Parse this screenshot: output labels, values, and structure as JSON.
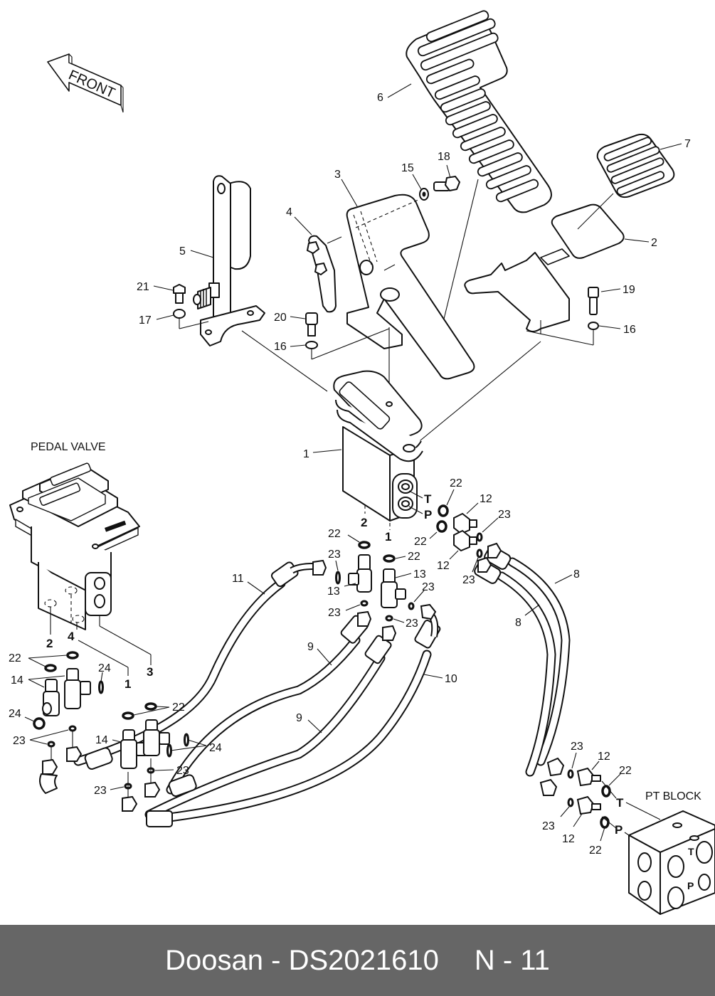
{
  "diagram": {
    "direction_label": "FRONT",
    "sections": {
      "pedal_valve": "PEDAL VALVE",
      "pt_block": "PT BLOCK"
    },
    "ports": {
      "valve_T": "T",
      "valve_P": "P",
      "block_T": "T",
      "block_P": "P",
      "block_face_T": "T",
      "block_face_P": "P"
    },
    "port_numbers": {
      "valve_2": "2",
      "valve_1": "1",
      "pv_2": "2",
      "pv_4": "4",
      "pv_1": "1",
      "pv_3": "3"
    },
    "callouts": [
      {
        "id": "c6",
        "label": "6"
      },
      {
        "id": "c7",
        "label": "7"
      },
      {
        "id": "c18",
        "label": "18"
      },
      {
        "id": "c15",
        "label": "15"
      },
      {
        "id": "c3",
        "label": "3"
      },
      {
        "id": "c4",
        "label": "4"
      },
      {
        "id": "c2",
        "label": "2"
      },
      {
        "id": "c5",
        "label": "5"
      },
      {
        "id": "c19",
        "label": "19"
      },
      {
        "id": "c21",
        "label": "21"
      },
      {
        "id": "c17",
        "label": "17"
      },
      {
        "id": "c20",
        "label": "20"
      },
      {
        "id": "c16a",
        "label": "16"
      },
      {
        "id": "c16b",
        "label": "16"
      },
      {
        "id": "c1",
        "label": "1"
      },
      {
        "id": "c22a",
        "label": "22"
      },
      {
        "id": "c12a",
        "label": "12"
      },
      {
        "id": "c23a",
        "label": "23"
      },
      {
        "id": "c22b",
        "label": "22"
      },
      {
        "id": "c12b",
        "label": "12"
      },
      {
        "id": "c23b",
        "label": "23"
      },
      {
        "id": "c22c",
        "label": "22"
      },
      {
        "id": "c22d",
        "label": "22"
      },
      {
        "id": "c23c",
        "label": "23"
      },
      {
        "id": "c13a",
        "label": "13"
      },
      {
        "id": "c13b",
        "label": "13"
      },
      {
        "id": "c23d",
        "label": "23"
      },
      {
        "id": "c23e",
        "label": "23"
      },
      {
        "id": "c23f",
        "label": "23"
      },
      {
        "id": "c11",
        "label": "11"
      },
      {
        "id": "c8a",
        "label": "8"
      },
      {
        "id": "c8b",
        "label": "8"
      },
      {
        "id": "c9a",
        "label": "9"
      },
      {
        "id": "c9b",
        "label": "9"
      },
      {
        "id": "c10",
        "label": "10"
      },
      {
        "id": "c22e",
        "label": "22"
      },
      {
        "id": "c14a",
        "label": "14"
      },
      {
        "id": "c24a",
        "label": "24"
      },
      {
        "id": "c24b",
        "label": "24"
      },
      {
        "id": "c23g",
        "label": "23"
      },
      {
        "id": "c22f",
        "label": "22"
      },
      {
        "id": "c14b",
        "label": "14"
      },
      {
        "id": "c24c",
        "label": "24"
      },
      {
        "id": "c23h",
        "label": "23"
      },
      {
        "id": "c23i",
        "label": "23"
      },
      {
        "id": "c23j",
        "label": "23"
      },
      {
        "id": "c12c",
        "label": "12"
      },
      {
        "id": "c22g",
        "label": "22"
      },
      {
        "id": "c23k",
        "label": "23"
      },
      {
        "id": "c12d",
        "label": "12"
      },
      {
        "id": "c22h",
        "label": "22"
      }
    ]
  },
  "footer": {
    "brand_part": "Doosan - DS2021610",
    "page": "N - 11"
  }
}
